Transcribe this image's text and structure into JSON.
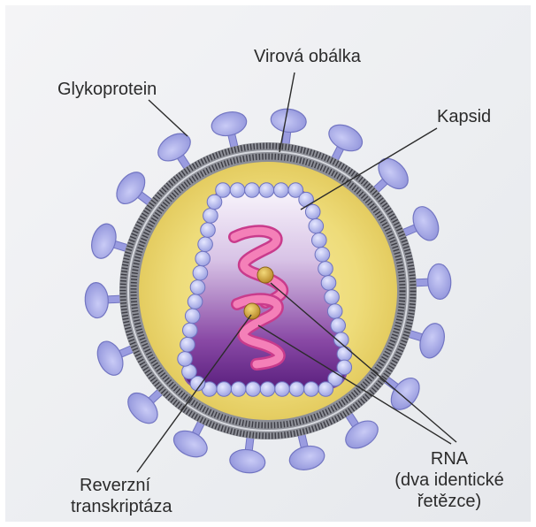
{
  "labels": {
    "glycoprotein": "Glykoprotein",
    "envelope": "Virová obálka",
    "capsid": "Kapsid",
    "rna_line1": "RNA",
    "rna_line2": "(dva identické",
    "rna_line3": "řetězce)",
    "rt_line1": "Reverzní",
    "rt_line2": "transkriptáza"
  },
  "colors": {
    "glycoprotein": "#a7a9e6",
    "envelope": "#8b8d95",
    "membrane_dashes": "#3c3c44",
    "interior": "#eedc7a",
    "capsid_beads": "#b9bdf0",
    "capsid_fill": "#6d2f8f",
    "rna": "#f26fb0",
    "enzyme": "#d8ad3c",
    "leader_line": "#2b2b2b"
  }
}
